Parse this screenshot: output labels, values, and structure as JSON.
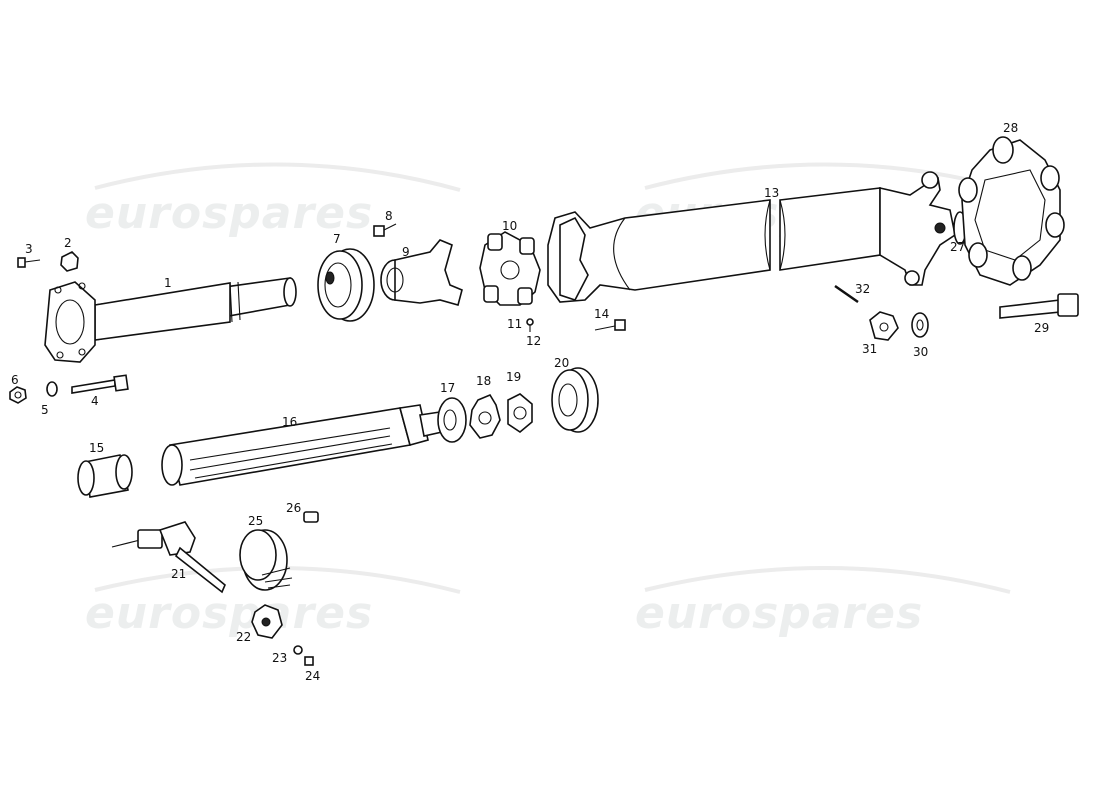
{
  "watermark": {
    "text": "eurospares",
    "color": "#ececec"
  },
  "callouts": [
    "1",
    "2",
    "3",
    "4",
    "5",
    "6",
    "7",
    "8",
    "9",
    "10",
    "11",
    "12",
    "13",
    "14",
    "15",
    "16",
    "17",
    "18",
    "19",
    "20",
    "21",
    "22",
    "23",
    "24",
    "25",
    "26",
    "27",
    "28",
    "29",
    "30",
    "31",
    "32"
  ]
}
